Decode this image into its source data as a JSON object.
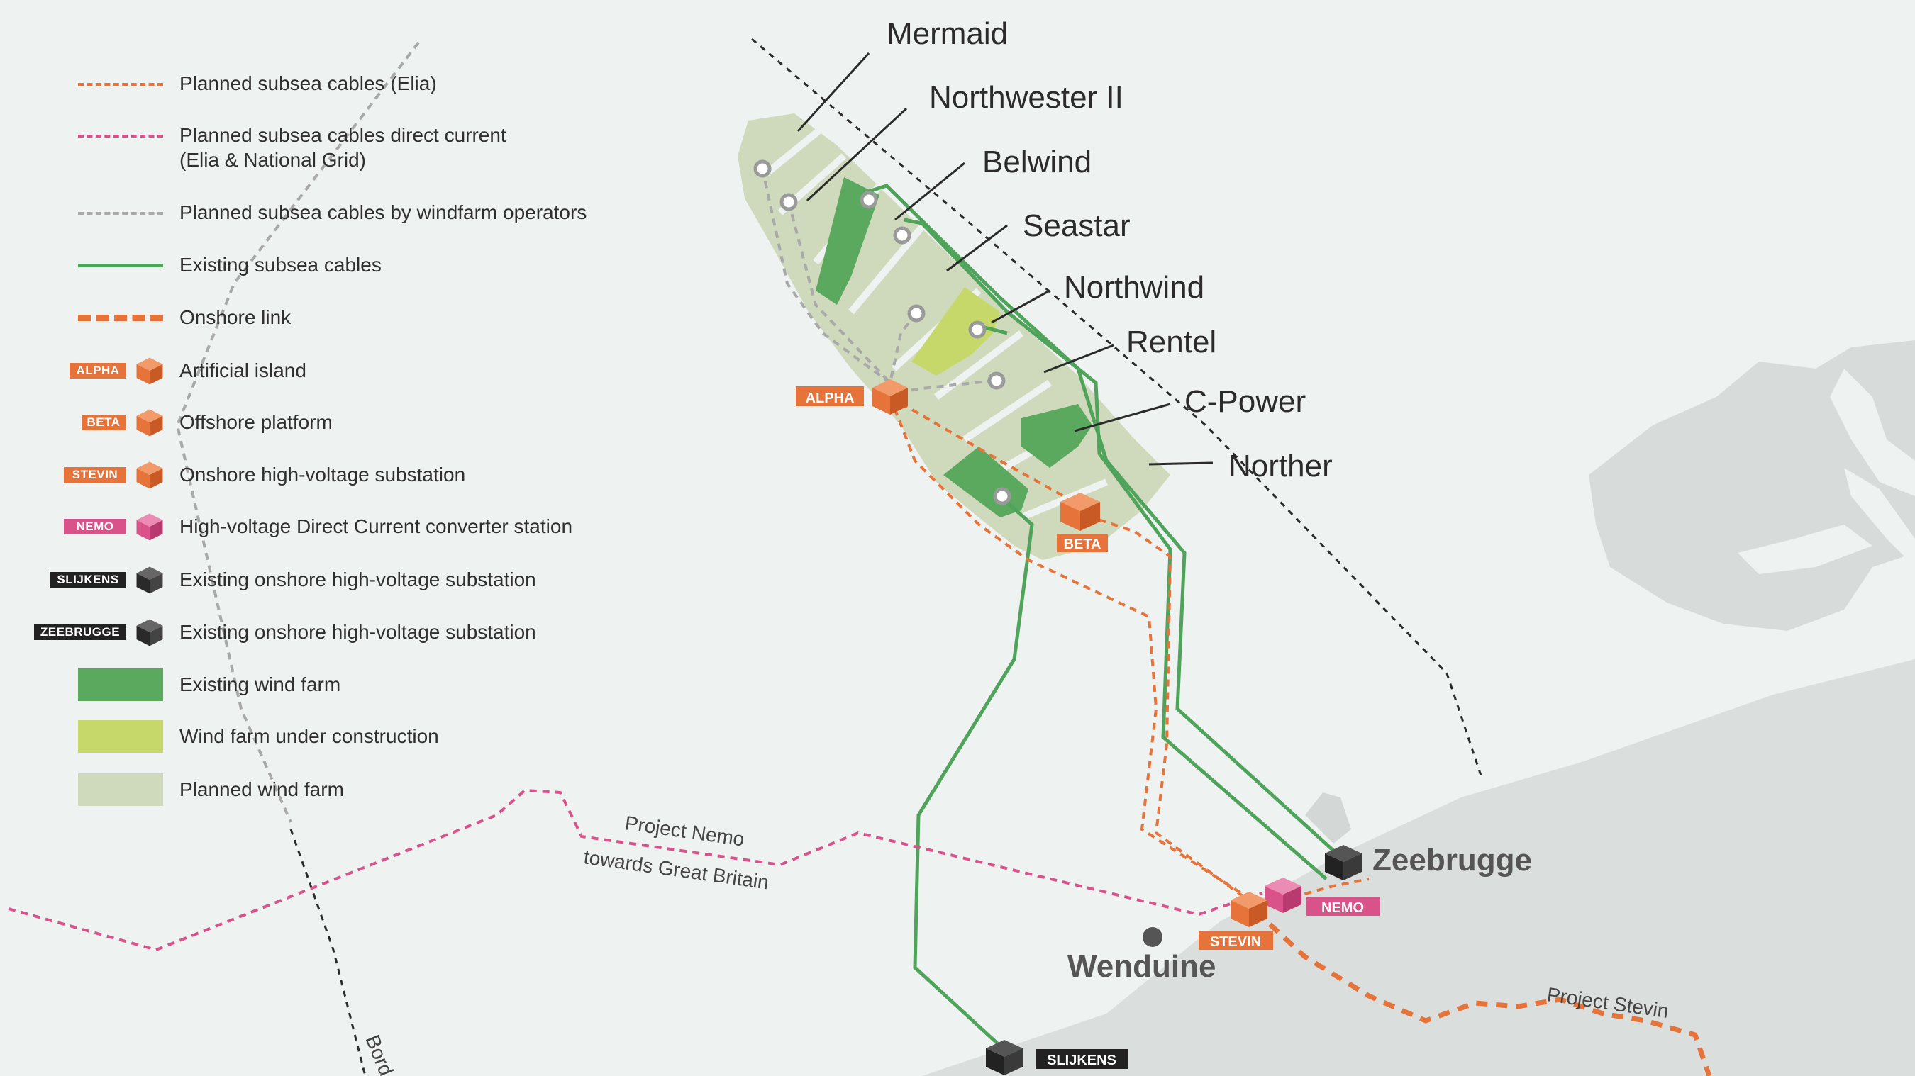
{
  "colors": {
    "background": "#eef2f1",
    "land": "#dadedc",
    "land_far": "#d3d8d6",
    "existing_wind": "#5ba85f",
    "construction_wind": "#c6d86a",
    "planned_wind": "#cfd9bb",
    "elia_orange": "#e5733a",
    "nemo_pink": "#d9538a",
    "operator_grey": "#a9a9a9",
    "existing_cable_green": "#4fa35a",
    "border_black": "#2b2b2b",
    "substation_black": "#222222"
  },
  "legend": {
    "items": [
      {
        "label": "Planned subsea cables (Elia)",
        "symbol": "orange-dashed-line"
      },
      {
        "label": "Planned subsea cables direct current",
        "label2": "(Elia & National Grid)",
        "symbol": "pink-dashed-line"
      },
      {
        "label": "Planned subsea cables by windfarm operators",
        "symbol": "grey-dashed-line"
      },
      {
        "label": "Existing subsea cables",
        "symbol": "green-line"
      },
      {
        "label": "Onshore link",
        "symbol": "thick-orange-dashed-line"
      },
      {
        "label": "Artificial island",
        "tag": "ALPHA",
        "icon": "orange-cube-icon"
      },
      {
        "label": "Offshore platform",
        "tag": "BETA",
        "icon": "orange-cube-icon"
      },
      {
        "label": "Onshore high-voltage substation",
        "tag": "STEVIN",
        "icon": "orange-cube-icon"
      },
      {
        "label": "High-voltage Direct Current converter station",
        "tag": "NEMO",
        "icon": "pink-cube-icon"
      },
      {
        "label": "Existing onshore high-voltage substation",
        "tag": "SLIJKENS",
        "icon": "black-cube-icon"
      },
      {
        "label": "Existing onshore high-voltage substation",
        "tag": "ZEEBRUGGE",
        "icon": "black-cube-icon"
      },
      {
        "label": "Existing wind farm",
        "symbol": "existing-swatch"
      },
      {
        "label": "Wind farm under construction",
        "symbol": "construction-swatch"
      },
      {
        "label": "Planned wind farm",
        "symbol": "planned-swatch"
      }
    ]
  },
  "map": {
    "wind_farms": [
      "Mermaid",
      "Northwester II",
      "Belwind",
      "Seastar",
      "Northwind",
      "Rentel",
      "C-Power",
      "Norther"
    ],
    "towns": [
      "Zeebrugge",
      "Wenduine"
    ],
    "stations": {
      "alpha": "ALPHA",
      "beta": "BETA",
      "stevin": "STEVIN",
      "nemo": "NEMO",
      "slijkens": "SLIJKENS"
    },
    "projects": {
      "nemo_line1": "Project Nemo",
      "nemo_line2": "towards Great Britain",
      "stevin": "Project Stevin",
      "border": "Bord"
    }
  }
}
